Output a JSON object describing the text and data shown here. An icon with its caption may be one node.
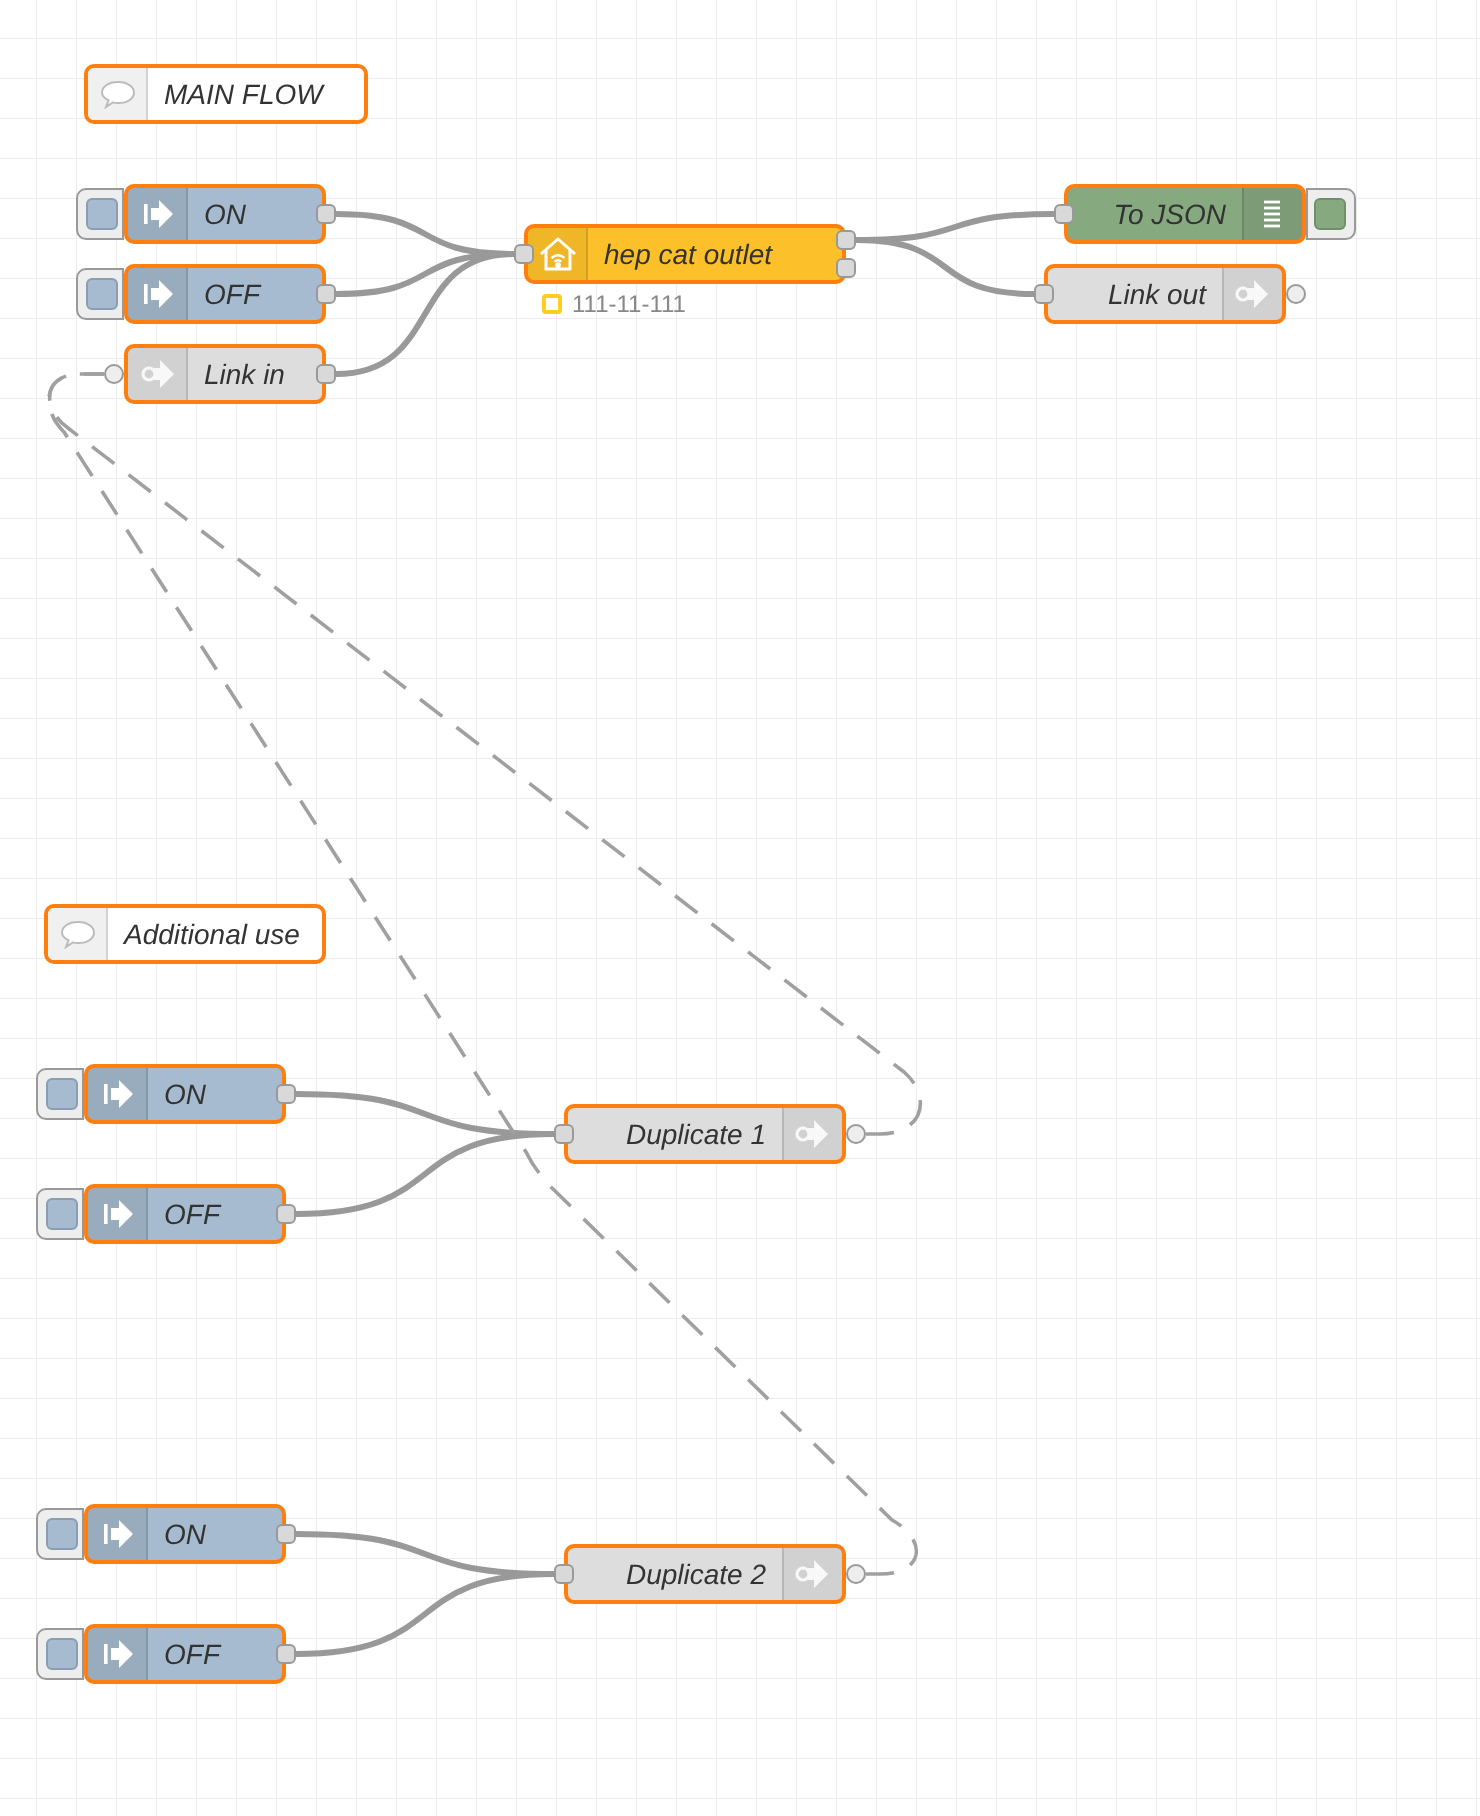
{
  "diagram": {
    "nodes": [
      {
        "text": [
          "MAIN FLOW"
        ]
      },
      {
        "text": [
          "ON"
        ]
      },
      {
        "text": [
          "OFF"
        ]
      },
      {
        "text": [
          "Link in"
        ]
      },
      {
        "text": [
          "hep cat outlet"
        ],
        "beside": [
          "111-11-111"
        ]
      },
      {
        "text": [
          "To JSON"
        ]
      },
      {
        "text": [
          "Link out"
        ]
      },
      {
        "text": [
          "Additional use"
        ]
      },
      {
        "text": [
          "ON"
        ]
      },
      {
        "text": [
          "OFF"
        ]
      },
      {
        "text": [
          "Duplicate 1"
        ]
      },
      {
        "text": [
          "ON"
        ]
      },
      {
        "text": [
          "OFF"
        ]
      },
      {
        "text": [
          "Duplicate 2"
        ]
      }
    ],
    "edges": [
      {
        "from": 1,
        "to": 4,
        "arrow": "none"
      },
      {
        "from": 2,
        "to": 4,
        "arrow": "none"
      },
      {
        "from": 3,
        "to": 4,
        "arrow": "none"
      },
      {
        "from": 4,
        "to": 5,
        "arrow": "none"
      },
      {
        "from": 4,
        "to": 6,
        "arrow": "none"
      },
      {
        "from": 8,
        "to": 10,
        "arrow": "none"
      },
      {
        "from": 9,
        "to": 10,
        "arrow": "none"
      },
      {
        "from": 11,
        "to": 13,
        "arrow": "none"
      },
      {
        "from": 12,
        "to": 13,
        "arrow": "none"
      },
      {
        "from": 10,
        "to": 3,
        "arrow": "none",
        "style": "dashed"
      },
      {
        "from": 13,
        "to": 3,
        "arrow": "none",
        "style": "dashed"
      }
    ]
  }
}
